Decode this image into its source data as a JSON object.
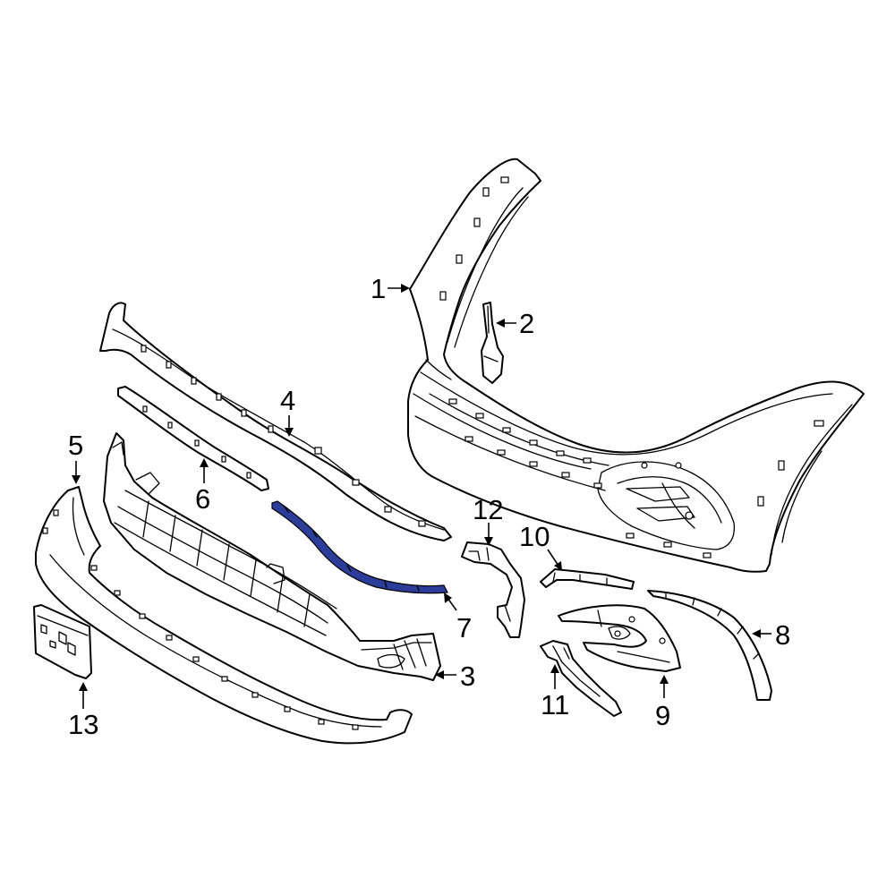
{
  "diagram": {
    "highlight_color": "#2b3d99",
    "line_color": "#000000",
    "background": "#ffffff",
    "callouts": [
      {
        "id": "1",
        "label": "1"
      },
      {
        "id": "2",
        "label": "2"
      },
      {
        "id": "3",
        "label": "3"
      },
      {
        "id": "4",
        "label": "4"
      },
      {
        "id": "5",
        "label": "5"
      },
      {
        "id": "6",
        "label": "6"
      },
      {
        "id": "7",
        "label": "7",
        "highlighted": true
      },
      {
        "id": "8",
        "label": "8"
      },
      {
        "id": "9",
        "label": "9"
      },
      {
        "id": "10",
        "label": "10"
      },
      {
        "id": "11",
        "label": "11"
      },
      {
        "id": "12",
        "label": "12"
      },
      {
        "id": "13",
        "label": "13"
      }
    ]
  }
}
